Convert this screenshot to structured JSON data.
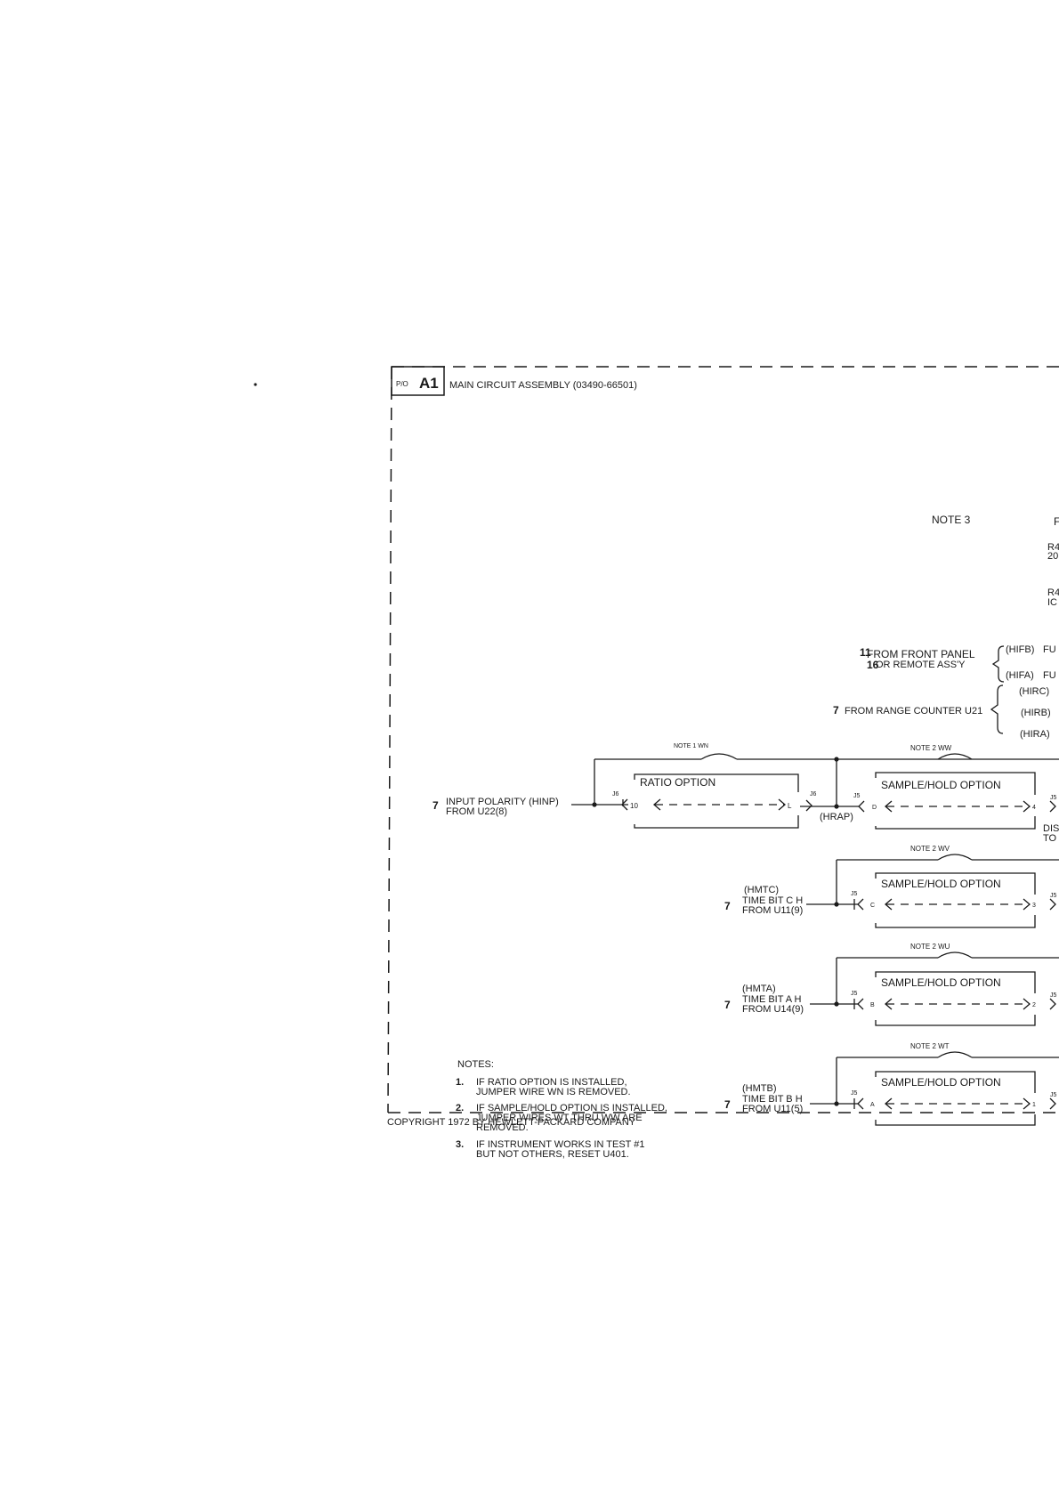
{
  "title_block": {
    "part_prefix": "P/O",
    "assembly_ref": "A1",
    "assembly_name": "MAIN CIRCUIT ASSEMBLY (03490-66501)"
  },
  "copyright": "COPYRIGHT 1972 BY HEWLETT-PACKARD COMPANY",
  "note3_label": "NOTE 3",
  "clipped_right": {
    "f_letter": "F",
    "r_top_1": "R4",
    "r_top_2": "20",
    "r_mid_1": "R4",
    "r_mid_2": "IC",
    "fu": "FU",
    "dis": "DIS",
    "to": "TO",
    "j5": "J5"
  },
  "front_panel": {
    "sheet_a": "11",
    "sheet_b": "16",
    "line1": "FROM FRONT PANEL",
    "line2": "OR REMOTE ASS'Y",
    "sig1": "(HIFB)",
    "sig2": "(HIFA)"
  },
  "range_counter": {
    "sheet": "7",
    "label": "FROM RANGE COUNTER U21",
    "sig1": "(HIRC)",
    "sig2": "(HIRB)",
    "sig3": "(HIRA)"
  },
  "jumpers": {
    "wn": "NOTE 1 WN",
    "ww": "NOTE 2 WW",
    "wv": "NOTE 2 WV",
    "wu": "NOTE 2 WU",
    "wt": "NOTE 2 WT"
  },
  "input_polarity": {
    "sheet": "7",
    "line1": "INPUT POLARITY (HINP)",
    "line2": "FROM U22(8)"
  },
  "ratio_option": {
    "label": "RATIO OPTION",
    "pin_in": "10",
    "pin_out": "L",
    "conn_in": "J6",
    "conn_out": "J6",
    "net": "(HRAP)"
  },
  "sample_hold": {
    "label": "SAMPLE/HOLD OPTION",
    "conn": "J5"
  },
  "rows": [
    {
      "sig": "",
      "line1": "",
      "line2": "",
      "pin_in": "D",
      "pin_out": "4"
    },
    {
      "sig": "(HMTC)",
      "line1": "TIME BIT C H",
      "line2": "FROM U11(9)",
      "pin_in": "C",
      "pin_out": "3"
    },
    {
      "sig": "(HMTA)",
      "line1": "TIME BIT A H",
      "line2": "FROM U14(9)",
      "pin_in": "B",
      "pin_out": "2"
    },
    {
      "sig": "(HMTB)",
      "line1": "TIME BIT B H",
      "line2": "FROM U11(5)",
      "pin_in": "A",
      "pin_out": "1"
    }
  ],
  "row_sheet": "7",
  "notes": {
    "heading": "NOTES:",
    "n1_num": "1.",
    "n1_l1": "IF RATIO OPTION IS INSTALLED,",
    "n1_l2": "JUMPER WIRE WN IS REMOVED.",
    "n2_num": "2.",
    "n2_l1": "IF SAMPLE/HOLD OPTION IS INSTALLED,",
    "n2_l2": "JUMPER WIRES WT THRU WW ARE",
    "n2_l3": "REMOVED.",
    "n3_num": "3.",
    "n3_l1": "IF INSTRUMENT WORKS IN TEST #1",
    "n3_l2": "BUT NOT OTHERS, RESET U401."
  },
  "colors": {
    "ink": "#1a1a1a",
    "paper": "#ffffff"
  }
}
